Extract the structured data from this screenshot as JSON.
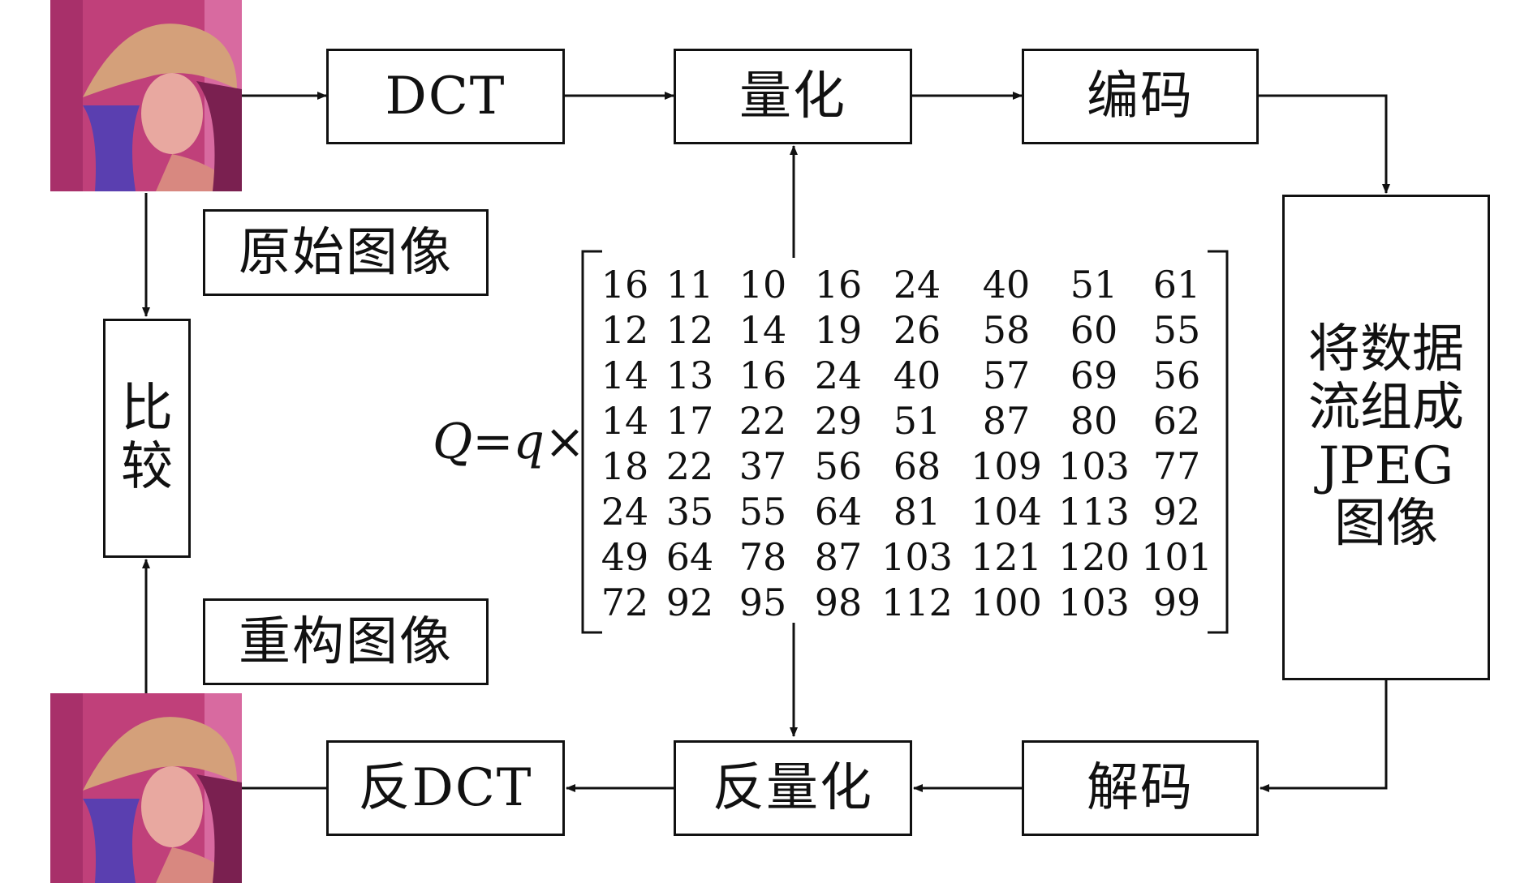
{
  "blocks": {
    "dct": "DCT",
    "quantize": "量化",
    "encode": "编码",
    "jpeg_stream": [
      "将数据",
      "流组成",
      "JPEG",
      "图像"
    ],
    "decode": "解码",
    "dequantize": "反量化",
    "idct": "反DCT",
    "compare": [
      "比",
      "较"
    ]
  },
  "labels": {
    "original_image": "原始图像",
    "reconstructed_image": "重构图像"
  },
  "formula": {
    "lhs": "Q=q×"
  },
  "quant_matrix": [
    [
      16,
      11,
      10,
      16,
      24,
      40,
      51,
      61
    ],
    [
      12,
      12,
      14,
      19,
      26,
      58,
      60,
      55
    ],
    [
      14,
      13,
      16,
      24,
      40,
      57,
      69,
      56
    ],
    [
      14,
      17,
      22,
      29,
      51,
      87,
      80,
      62
    ],
    [
      18,
      22,
      37,
      56,
      68,
      109,
      103,
      77
    ],
    [
      24,
      35,
      55,
      64,
      81,
      104,
      113,
      92
    ],
    [
      49,
      64,
      78,
      87,
      103,
      121,
      120,
      101
    ],
    [
      72,
      92,
      95,
      98,
      112,
      100,
      103,
      99
    ]
  ],
  "colors": {
    "stroke": "#111111",
    "photo_bg": "#c0407a",
    "photo_hat": "#d4a07a",
    "photo_feather": "#5a3fb0"
  },
  "icons": {
    "source_photo": "portrait-photo",
    "reconstructed_photo": "portrait-photo"
  }
}
